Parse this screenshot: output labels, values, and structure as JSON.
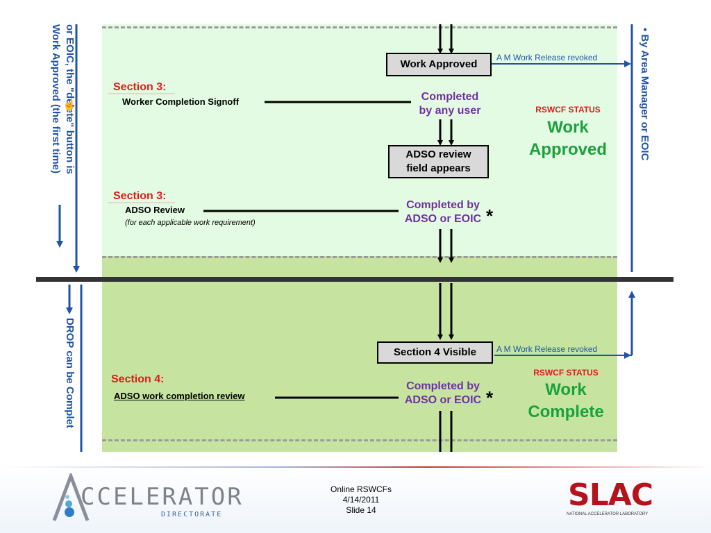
{
  "left_margin_text": {
    "top": "or EOIC, the \"delete\" button is",
    "bottom": "Work Approved (the first time)",
    "drop": "DROP can be Complet"
  },
  "right_margin_text": "By Area Manager or EOIC",
  "zone1": {
    "work_approved_box": "Work Approved",
    "revoked_label": "A M Work Release revoked",
    "section3a_heading": "Section 3:",
    "section3a_task": "Worker Completion Signoff",
    "completed_any_user": [
      "Completed",
      "by any user"
    ],
    "adso_field_box": [
      "ADSO review",
      "field appears"
    ],
    "section3b_heading": "Section 3:",
    "section3b_task": "ADSO Review",
    "section3b_note": "(for each applicable work requirement)",
    "completed_adso": [
      "Completed by",
      "ADSO or EOIC"
    ],
    "asterisk": "*",
    "status_label": "RSWCF STATUS",
    "status_value": [
      "Work",
      "Approved"
    ]
  },
  "zone2": {
    "section4_box": "Section  4 Visible",
    "revoked_label": "A M Work Release revoked",
    "section4_heading": "Section 4:",
    "section4_task": "ADSO work completion review",
    "completed_adso": [
      "Completed by",
      "ADSO or EOIC"
    ],
    "asterisk": "*",
    "status_label": "RSWCF STATUS",
    "status_value": [
      "Work",
      "Complete"
    ]
  },
  "footer": {
    "logo_main": "CCELERATOR",
    "logo_sub": "DIRECTORATE",
    "center_lines": [
      "Online RSWCFs",
      "4/14/2011",
      "Slide 14"
    ],
    "slac_logo": "SLAC",
    "slac_sub": "NATIONAL ACCELERATOR LABORATORY"
  },
  "colors": {
    "zone1_bg": "#e4fbe3",
    "zone2_bg": "#c6e4a0",
    "section_red": "#e01b1b",
    "status_green": "#1aa23d",
    "completed_purple": "#7030a0",
    "margin_blue": "#2053a6",
    "slac_red": "#b5121b"
  }
}
